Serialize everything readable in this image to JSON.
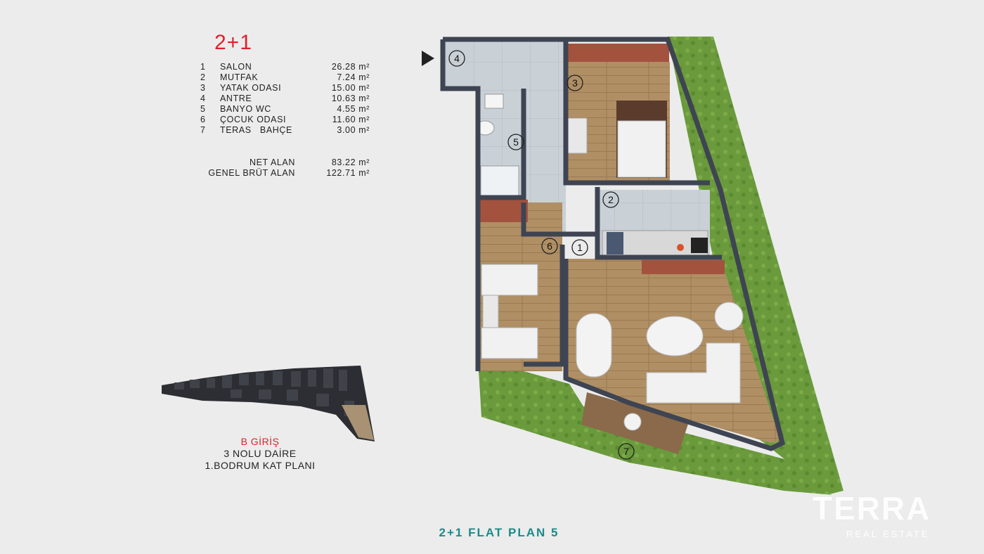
{
  "plan": {
    "title": "2+1",
    "rooms": [
      {
        "no": "1",
        "name": "SALON",
        "area": "26.28 m²"
      },
      {
        "no": "2",
        "name": "MUTFAK",
        "area": "7.24 m²"
      },
      {
        "no": "3",
        "name": "YATAK ODASI",
        "area": "15.00 m²"
      },
      {
        "no": "4",
        "name": "ANTRE",
        "area": "10.63 m²"
      },
      {
        "no": "5",
        "name": "BANYO WC",
        "area": "4.55 m²"
      },
      {
        "no": "6",
        "name": "ÇOCUK ODASI",
        "area": "11.60 m²"
      },
      {
        "no": "7",
        "name": "TERAS   BAHÇE",
        "area": "3.00 m²"
      }
    ],
    "net_label": "NET ALAN",
    "net_area": "83.22 m²",
    "gross_label": "GENEL BRÜT ALAN",
    "gross_area": "122.71 m²"
  },
  "key_plan": {
    "entrance": "B GİRİŞ",
    "unit": "3 NOLU DAİRE",
    "floor": "1.BODRUM KAT PLANI"
  },
  "floor_plan": {
    "tags": [
      "1",
      "2",
      "3",
      "4",
      "5",
      "6",
      "7"
    ]
  },
  "footer": {
    "title": "2+1 FLAT PLAN 5"
  },
  "brand": {
    "name": "TERRA",
    "sub": "REAL ESTATE"
  },
  "colors": {
    "accent_red": "#e0202a",
    "title_teal": "#1a8c88",
    "wall": "#3e4452",
    "wood": "#b08f64",
    "tile": "#c9d0d6",
    "grass": "#6a9a3c"
  }
}
